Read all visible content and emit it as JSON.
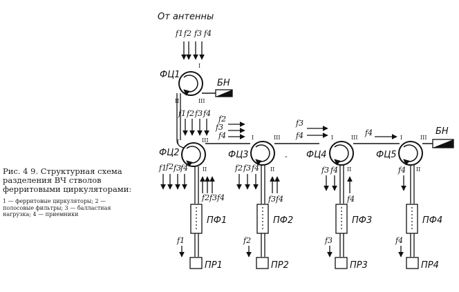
{
  "source_label": "От антенны",
  "input_freqs": [
    "f1",
    "f2",
    "f3",
    "f4"
  ],
  "circulators": [
    "ФЦ1",
    "ФЦ2",
    "ФЦ3",
    "ФЦ4",
    "ФЦ5"
  ],
  "ports": {
    "i": "I",
    "ii": "II",
    "iii": "III"
  },
  "loads": [
    "БН",
    "БН"
  ],
  "filters": [
    "ПФ1",
    "ПФ2",
    "ПФ3",
    "ПФ4"
  ],
  "receivers": [
    "ПР1",
    "ПР2",
    "ПР3",
    "ПР4"
  ],
  "freq_labels": {
    "fc1_to_fc2": [
      "f1",
      "f2",
      "f3",
      "f4"
    ],
    "fc2_to_fc3": [
      "f2",
      "f3",
      "f4"
    ],
    "fc3_to_fc4": [
      "f3",
      "f4"
    ],
    "fc4_to_fc5": [
      "f4"
    ],
    "fc2_down": [
      "f1",
      "f2",
      "f3",
      "f4"
    ],
    "fc2_up": [
      "f2",
      "f3",
      "f4"
    ],
    "fc3_down": [
      "f2",
      "f3",
      "f4"
    ],
    "fc3_up": [
      "f3",
      "f4"
    ],
    "fc4_down": [
      "f3",
      "f4"
    ],
    "fc4_up": [
      "f4"
    ],
    "fc5_down": [
      "f4"
    ],
    "rx": [
      "f1",
      "f2",
      "f3",
      "f4"
    ]
  },
  "caption": {
    "title": "Рис. 4 9. Структурная схема разделения ВЧ стволов ферритовыми циркуляторами:",
    "legend": "1 — ферритовые циркуляторы; 2 — полосовые фильтры; 3 — балластная нагрузка; 4 — приемники"
  }
}
